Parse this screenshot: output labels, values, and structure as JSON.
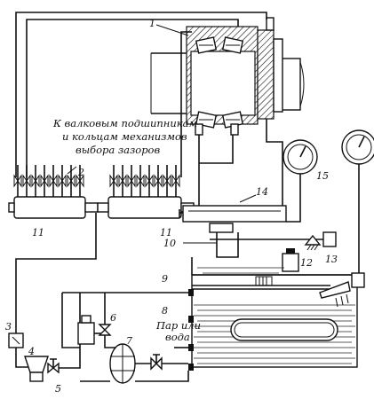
{
  "caption": {
    "line1": "К валковым подшипникам",
    "line2": "и кольцам механизмов",
    "line3": "выбора зазоров"
  },
  "inlet_label": {
    "line1": "Пар или",
    "line2": "вода"
  },
  "labels": {
    "n1": "1",
    "n2": "2",
    "n3": "3",
    "n4": "4",
    "n5": "5",
    "n6": "6",
    "n7": "7",
    "n8": "8",
    "n9": "9",
    "n10": "10",
    "n11a": "11",
    "n11b": "11",
    "n12": "12",
    "n13": "13",
    "n14": "14",
    "n15": "15"
  }
}
